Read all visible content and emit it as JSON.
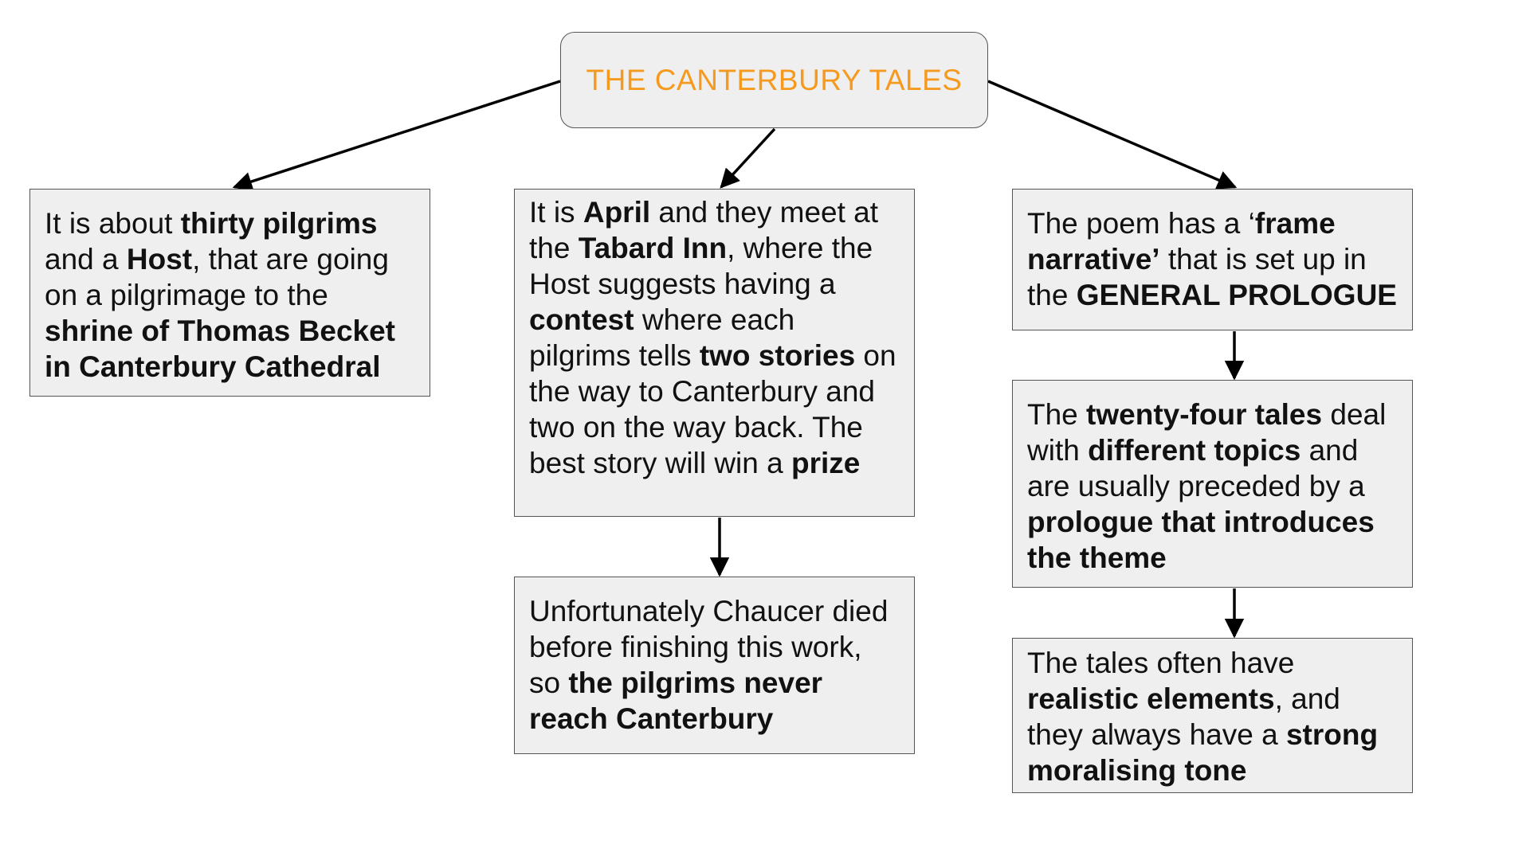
{
  "title": {
    "text": "THE CANTERBURY TALES",
    "color": "#f59a1f"
  },
  "colors": {
    "box_fill": "#efefef",
    "box_border": "#555555",
    "arrow": "#000000",
    "text": "#111111"
  },
  "boxes": {
    "pilgrims": {
      "runs": [
        {
          "t": "It is about ",
          "b": false
        },
        {
          "t": "thirty pilgrims",
          "b": true
        },
        {
          "t": " and a ",
          "b": false
        },
        {
          "t": "Host",
          "b": true
        },
        {
          "t": ", that are going on a pilgrimage to the ",
          "b": false
        },
        {
          "t": "shrine of Thomas Becket in Canterbury Cathedral",
          "b": true
        }
      ]
    },
    "contest": {
      "runs": [
        {
          "t": "It is ",
          "b": false
        },
        {
          "t": "April",
          "b": true
        },
        {
          "t": " and they meet at the ",
          "b": false
        },
        {
          "t": "Tabard Inn",
          "b": true
        },
        {
          "t": ", where the Host suggests having a ",
          "b": false
        },
        {
          "t": "contest",
          "b": true
        },
        {
          "t": " where each pilgrims tells ",
          "b": false
        },
        {
          "t": "two stories",
          "b": true
        },
        {
          "t": " on the way to Canterbury and two on the way back. The best story will win a ",
          "b": false
        },
        {
          "t": "prize",
          "b": true
        }
      ]
    },
    "death": {
      "runs": [
        {
          "t": "Unfortunately Chaucer died before finishing this work, so ",
          "b": false
        },
        {
          "t": "the pilgrims never reach Canterbury",
          "b": true
        }
      ]
    },
    "frame": {
      "runs": [
        {
          "t": "The poem has a ‘",
          "b": false
        },
        {
          "t": "frame narrative’",
          "b": true
        },
        {
          "t": " that is set up in the ",
          "b": false
        },
        {
          "t": "GENERAL PROLOGUE",
          "b": true
        }
      ]
    },
    "tales": {
      "runs": [
        {
          "t": "The ",
          "b": false
        },
        {
          "t": "twenty-four tales",
          "b": true
        },
        {
          "t": " deal with ",
          "b": false
        },
        {
          "t": "different topics",
          "b": true
        },
        {
          "t": " and are usually preceded by a ",
          "b": false
        },
        {
          "t": "prologue that introduces the theme",
          "b": true
        }
      ]
    },
    "tone": {
      "runs": [
        {
          "t": "The tales often have ",
          "b": false
        },
        {
          "t": "realistic elements",
          "b": true
        },
        {
          "t": ", and they always have a ",
          "b": false
        },
        {
          "t": "strong moralising tone",
          "b": true
        }
      ]
    }
  }
}
